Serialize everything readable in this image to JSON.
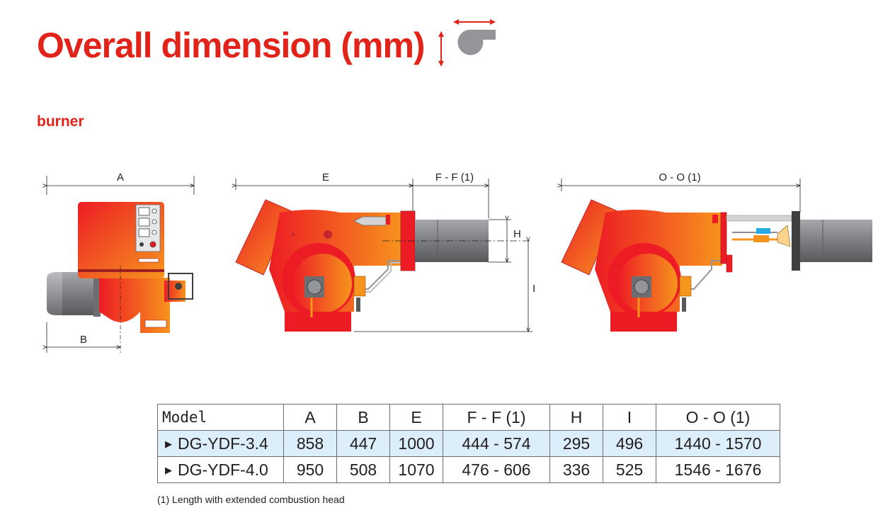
{
  "title": "Overall dimension (mm)",
  "subtitle": "burner",
  "dimension_labels": {
    "A": "A",
    "B": "B",
    "E": "E",
    "FF1": "F - F (1)",
    "H": "H",
    "I": "I",
    "OO1": "O - O (1)"
  },
  "table": {
    "headers": [
      "Model",
      "A",
      "B",
      "E",
      "F  -  F (1)",
      "H",
      "I",
      "O  -  O (1)"
    ],
    "rows": [
      {
        "model": "DG-YDF-3.4",
        "A": "858",
        "B": "447",
        "E": "1000",
        "FF1": "444  -  574",
        "H": "295",
        "I": "496",
        "OO1": "1440  - 1570"
      },
      {
        "model": "DG-YDF-4.0",
        "A": "950",
        "B": "508",
        "E": "1070",
        "FF1": "476  -  606",
        "H": "336",
        "I": "525",
        "OO1": "1546  - 1676"
      }
    ]
  },
  "footnote": "(1) Length with extended combustion head",
  "colors": {
    "accent_red": "#e2231a",
    "burner_orange": "#f26522",
    "tube_grey": "#808285",
    "table_highlight": "#dbeefa"
  },
  "icons": [
    "fan-housing-icon",
    "double-arrow-icon"
  ]
}
